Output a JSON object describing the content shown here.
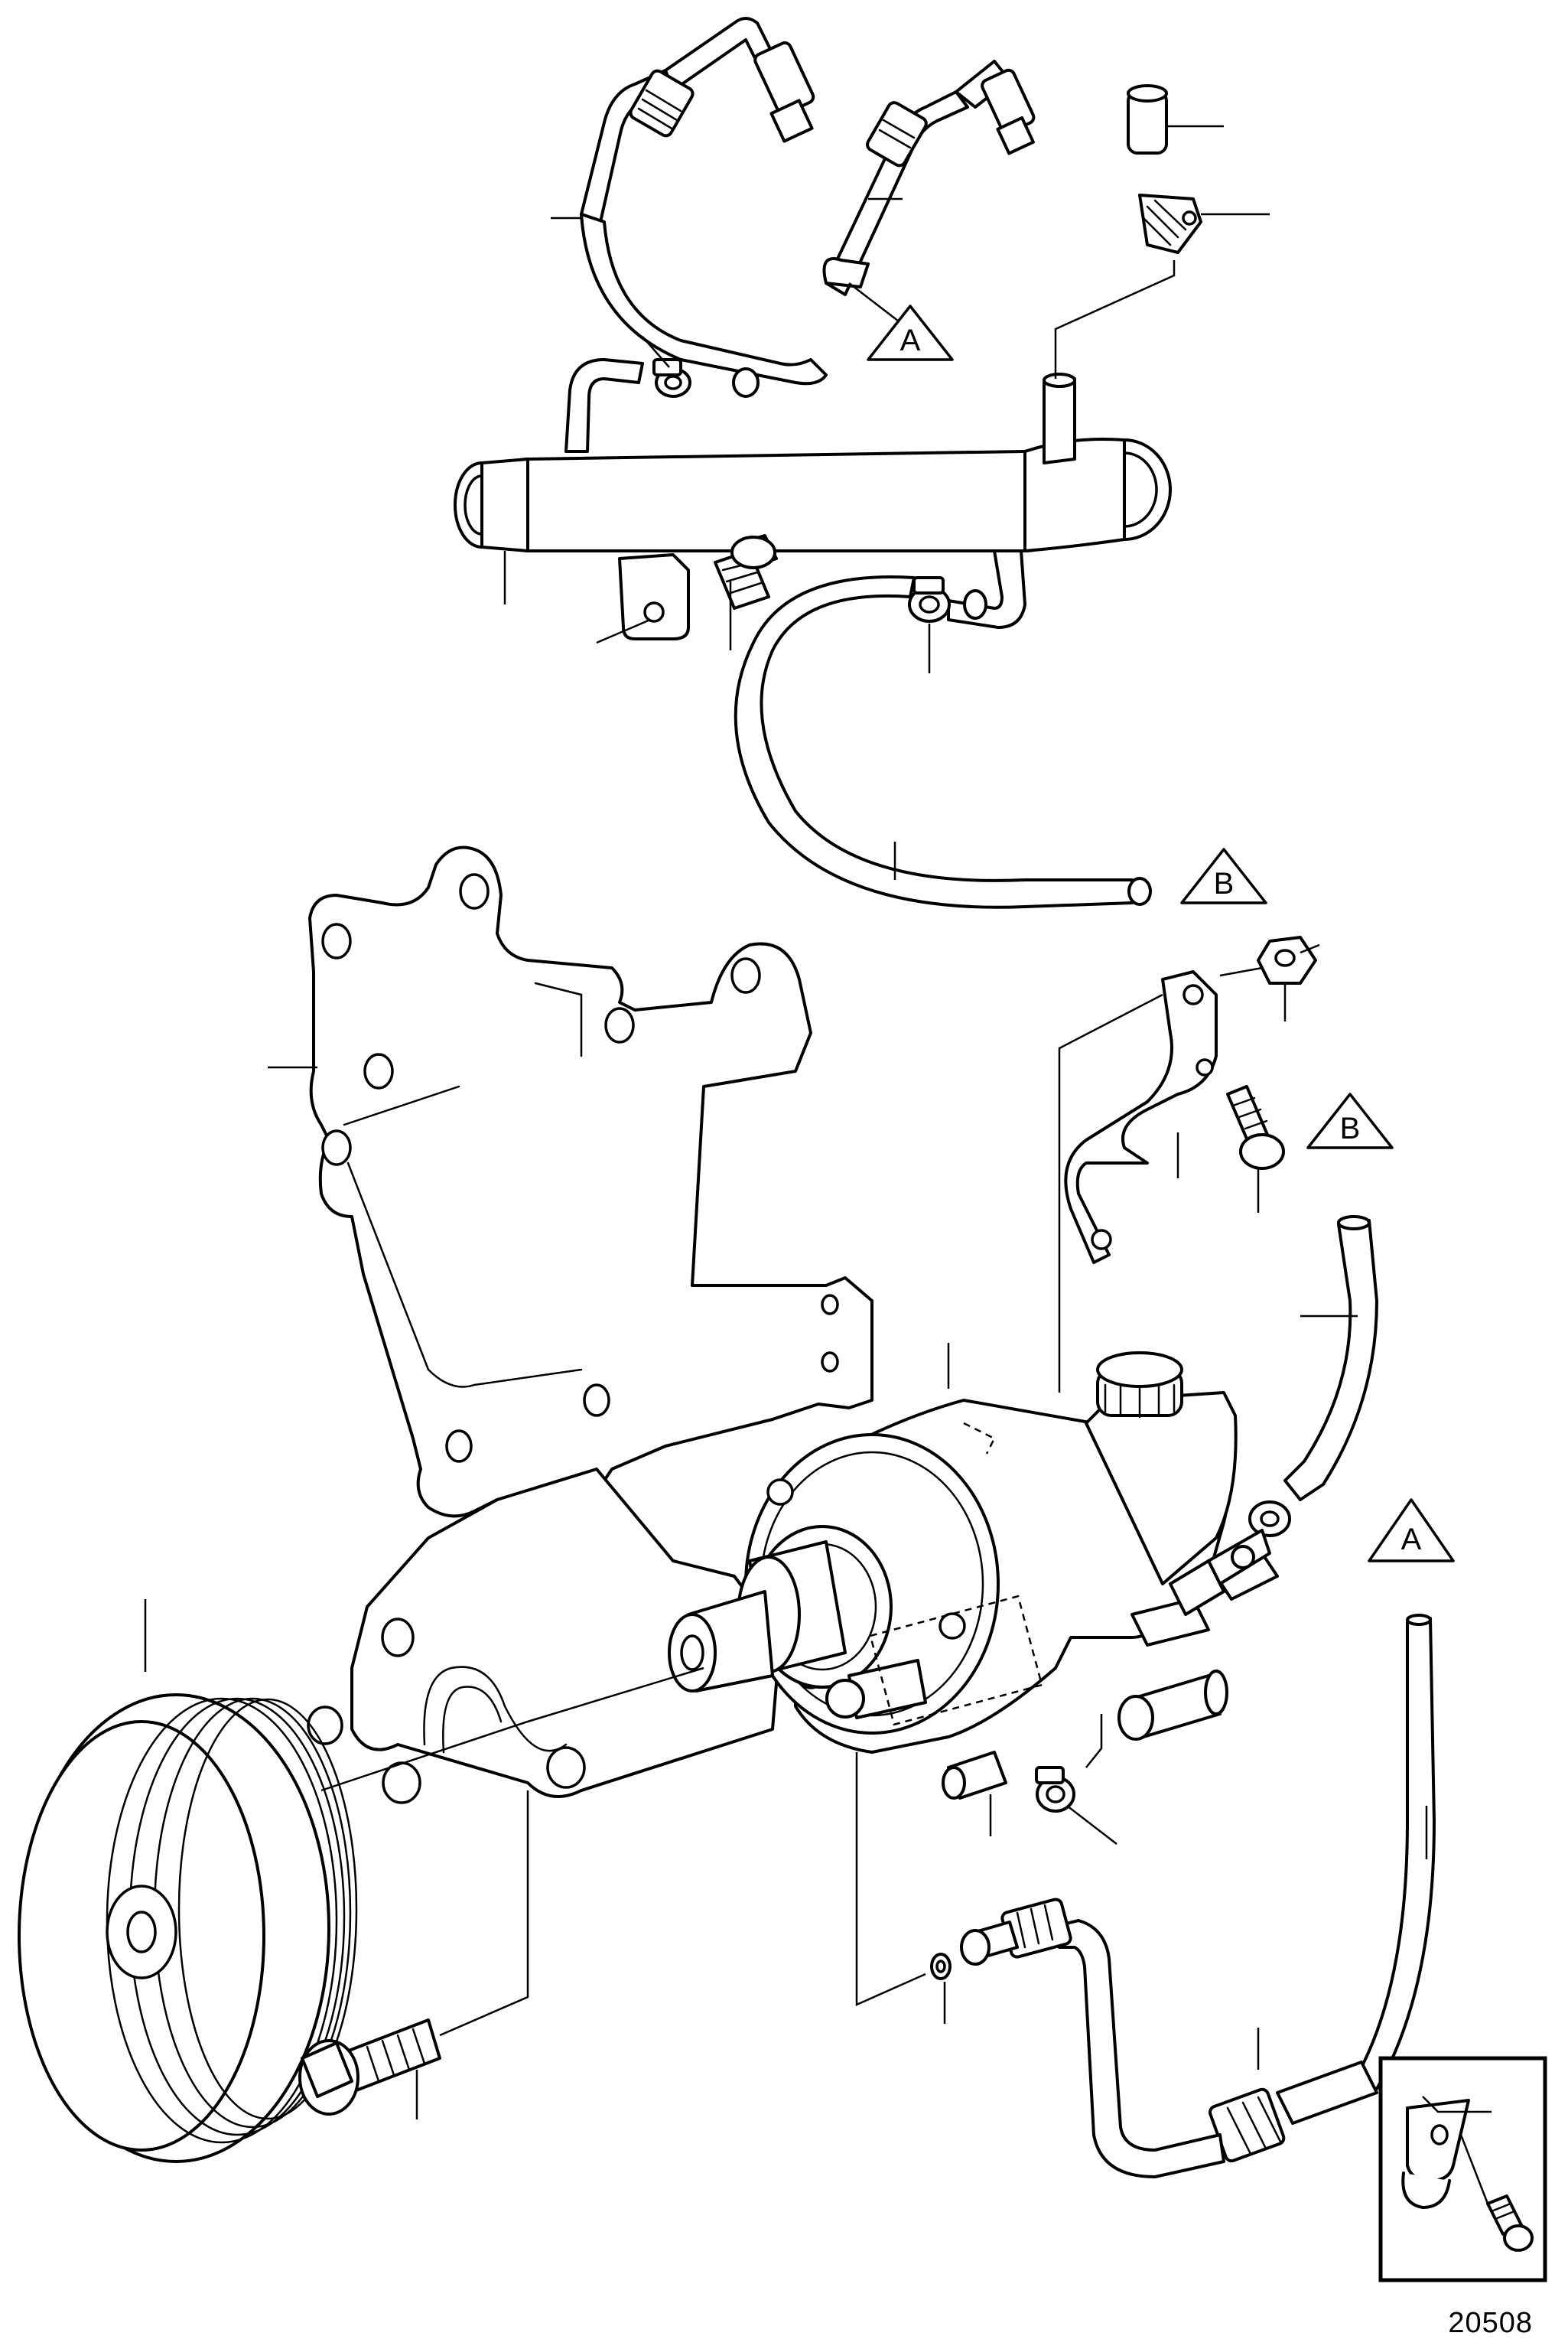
{
  "figure_number": "20508",
  "connection_markers": [
    {
      "id": "upper-A",
      "label": "A"
    },
    {
      "id": "upper-B",
      "label": "B"
    },
    {
      "id": "lower-B",
      "label": "B"
    },
    {
      "id": "lower-A",
      "label": "A"
    }
  ],
  "line_color": "#000000",
  "background_color": "#ffffff"
}
